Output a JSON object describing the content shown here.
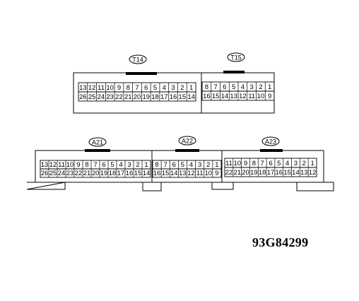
{
  "colors": {
    "ink": "#000000",
    "paper": "#ffffff"
  },
  "connectors": [
    {
      "id": "T14",
      "label": "T14",
      "row1": [
        "13",
        "12",
        "11",
        "10",
        "9",
        "8",
        "7",
        "6",
        "5",
        "4",
        "3",
        "2",
        "1"
      ],
      "row2": [
        "26",
        "25",
        "24",
        "23",
        "22",
        "21",
        "20",
        "19",
        "18",
        "17",
        "16",
        "15",
        "14"
      ]
    },
    {
      "id": "T15",
      "label": "T15",
      "row1": [
        "8",
        "7",
        "6",
        "5",
        "4",
        "3",
        "2",
        "1"
      ],
      "row2": [
        "16",
        "15",
        "14",
        "13",
        "12",
        "11",
        "10",
        "9"
      ]
    },
    {
      "id": "A21",
      "label": "A21",
      "row1": [
        "13",
        "12",
        "11",
        "10",
        "9",
        "8",
        "7",
        "6",
        "5",
        "4",
        "3",
        "2",
        "1"
      ],
      "row2": [
        "26",
        "25",
        "24",
        "23",
        "22",
        "21",
        "20",
        "19",
        "18",
        "17",
        "16",
        "15",
        "14"
      ]
    },
    {
      "id": "A22",
      "label": "A22",
      "row1": [
        "8",
        "7",
        "6",
        "5",
        "4",
        "3",
        "2",
        "1"
      ],
      "row2": [
        "16",
        "15",
        "14",
        "13",
        "12",
        "11",
        "10",
        "9"
      ]
    },
    {
      "id": "A23",
      "label": "A23",
      "row1": [
        "11",
        "10",
        "9",
        "8",
        "7",
        "6",
        "5",
        "4",
        "3",
        "2",
        "1"
      ],
      "row2": [
        "22",
        "21",
        "20",
        "19",
        "18",
        "17",
        "16",
        "15",
        "14",
        "13",
        "12"
      ]
    }
  ],
  "drawing_code": "93G84299"
}
